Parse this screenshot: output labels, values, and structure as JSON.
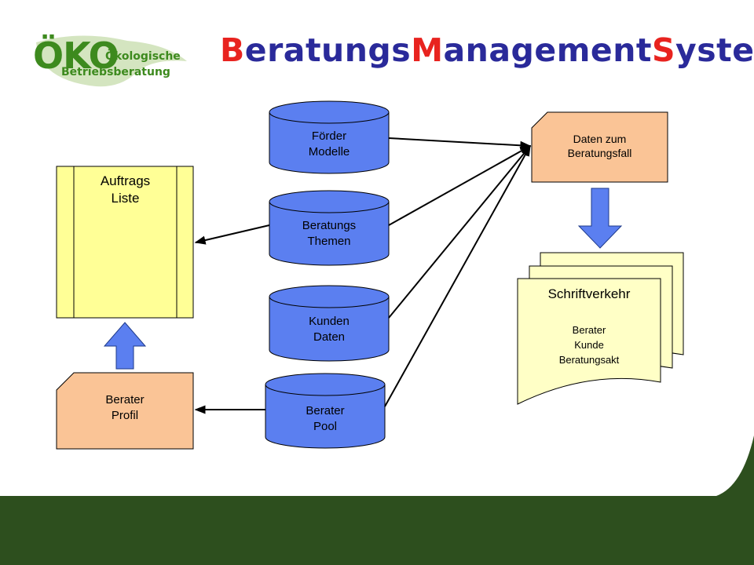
{
  "title": {
    "parts": [
      {
        "text": "B",
        "cap": true
      },
      {
        "text": "eratungs",
        "cap": false
      },
      {
        "text": "M",
        "cap": true
      },
      {
        "text": "anagement",
        "cap": false
      },
      {
        "text": "S",
        "cap": true
      },
      {
        "text": "ystem",
        "cap": false
      }
    ]
  },
  "logo": {
    "big": "ÖKO",
    "line1": "Ökologische",
    "line2": "Betriebsberatung"
  },
  "colors": {
    "database": "#5b7ff0",
    "document_orange": "#fac496",
    "list_yellow": "#ffff96",
    "paper_yellow": "#ffffc6",
    "arrow_blue": "#5b7ff0",
    "footer_green": "#2d4f1e"
  },
  "nodes": {
    "auftrags_liste": "Auftrags\nListe",
    "berater_profil": "Berater\nProfil",
    "foerder_modelle": "Förder\nModelle",
    "beratungs_themen": "Beratungs\nThemen",
    "kunden_daten": "Kunden\nDaten",
    "berater_pool": "Berater\nPool",
    "daten_beratungsfall": "Daten zum\nBeratungsfall",
    "schriftverkehr_title": "Schriftverkehr",
    "schriftverkehr_items": "Berater\nKunde\nBeratungsakt"
  }
}
